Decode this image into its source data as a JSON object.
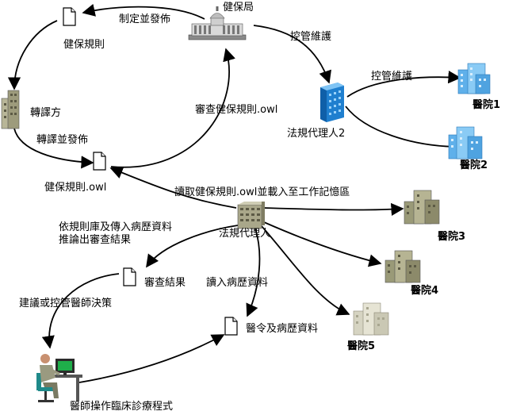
{
  "nodes": {
    "bureau": "健保局",
    "rules_doc_top": "健保規則",
    "translator": "轉譯方",
    "rules_owl_doc": "健保規則.owl",
    "agent2": "法規代理人2",
    "hospital1": "醫院1",
    "hospital2": "醫院2",
    "agent_main": "法規代理人",
    "hospital3": "醫院3",
    "hospital4": "醫院4",
    "hospital5": "醫院5",
    "review_result": "審查結果",
    "orders_records": "醫令及病歷資料",
    "doctor": "醫師操作臨床診療程式"
  },
  "edges": {
    "publish": "制定並發佈",
    "review_owl": "審查健保規則.owl",
    "maintain1": "控管維護",
    "maintain2": "控管維護",
    "translate": "轉譯並發佈",
    "load_owl": "讀取健保規則.owl並載入至工作記憶區",
    "infer_line1": "依規則庫及傳入病歷資料",
    "infer_line2": "推論出審查結果",
    "read_records": "讀入病歷資料",
    "advise": "建議或控管醫師決策"
  },
  "colors": {
    "hospital_blue": "#5fb0ea",
    "hospital_olive": "#9a9a78",
    "hospital_light": "#d6d4c2",
    "server_blue": "#2f8fd8"
  }
}
